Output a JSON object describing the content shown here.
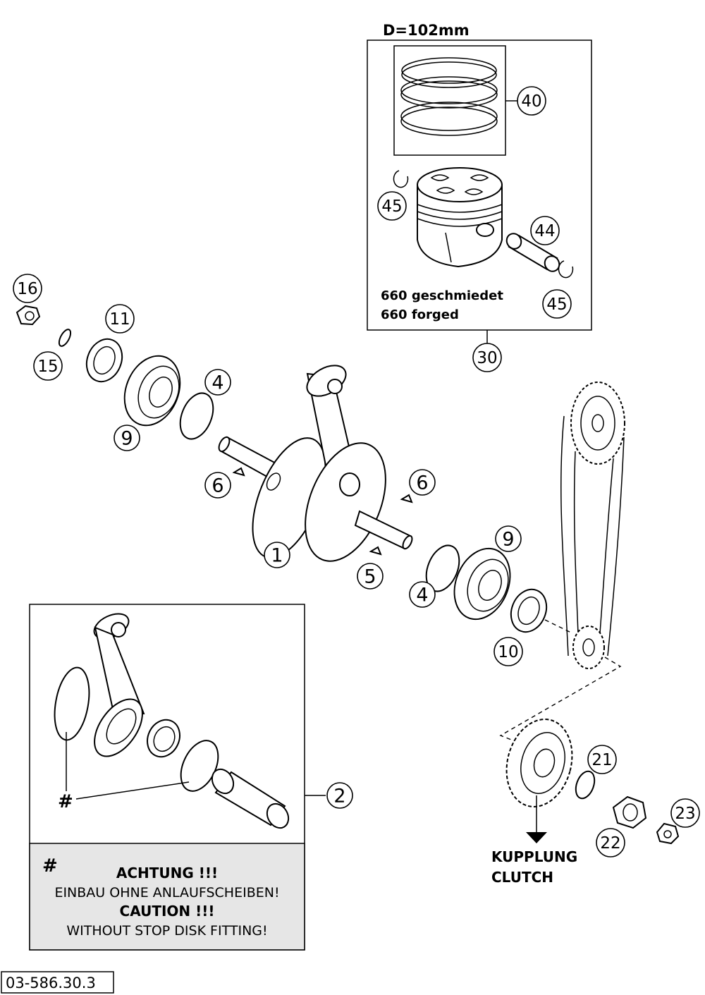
{
  "piston_kit": {
    "diameter_label": "D=102mm",
    "note_line1": "660 geschmiedet",
    "note_line2": "660 forged"
  },
  "callouts": {
    "c1": "1",
    "c2": "2",
    "c4a": "4",
    "c4b": "4",
    "c5": "5",
    "c6a": "6",
    "c6b": "6",
    "c9a": "9",
    "c9b": "9",
    "c10": "10",
    "c11": "11",
    "c15": "15",
    "c16": "16",
    "c21": "21",
    "c22": "22",
    "c23": "23",
    "c30": "30",
    "c40": "40",
    "c44": "44",
    "c45a": "45",
    "c45b": "45"
  },
  "conrod_kit": {
    "hash_marker": "#"
  },
  "caution_box": {
    "hash": "#",
    "achtung": "ACHTUNG !!!",
    "achtung_text": "EINBAU OHNE ANLAUFSCHEIBEN!",
    "caution": "CAUTION !!!",
    "caution_text": "WITHOUT STOP DISK FITTING!"
  },
  "clutch_label": {
    "line1": "KUPPLUNG",
    "line2": "CLUTCH"
  },
  "drawing_number": "03-586.30.3"
}
